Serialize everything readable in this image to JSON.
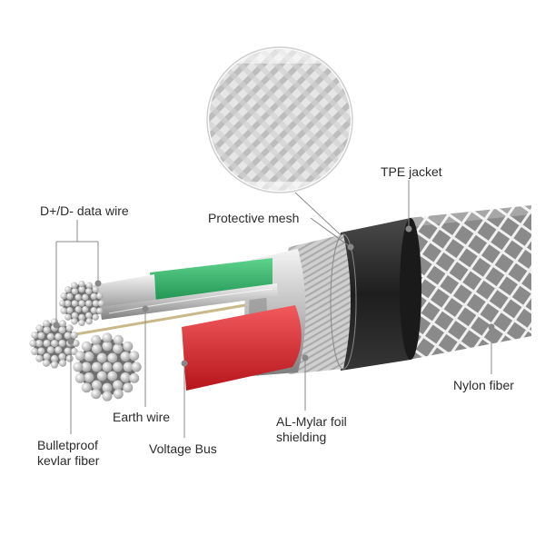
{
  "labels": {
    "data_wire": "D+/D- data wire",
    "protective_mesh": "Protective mesh",
    "tpe_jacket": "TPE jacket",
    "nylon_fiber": "Nylon fiber",
    "earth_wire": "Earth wire",
    "kevlar": "Bulletproof\nkevlar fiber",
    "voltage_bus": "Voltage Bus",
    "mylar": "AL-Mylar foil\nshielding"
  },
  "colors": {
    "green_wire": "#2fb267",
    "red_wire": "#e41f26",
    "jacket": "#2a2a2a",
    "nylon": "#9c9c9c",
    "foil": "#c9c9c9",
    "copper": "#d9d9d9"
  }
}
